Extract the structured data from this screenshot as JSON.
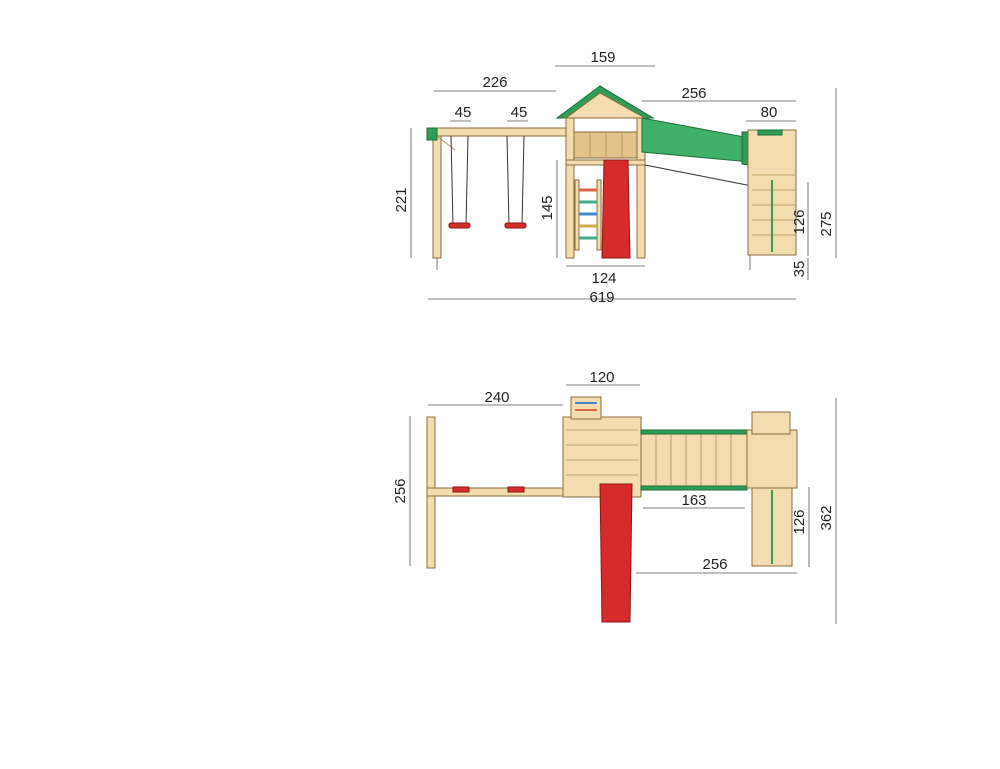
{
  "side_view": {
    "dimensions": {
      "swing_beam": "226",
      "seat_left": "45",
      "seat_right": "45",
      "tower_roof": "159",
      "bridge_span": "256",
      "platform_top": "80",
      "swing_height": "221",
      "tower_deck": "145",
      "tower_base": "124",
      "overall_length": "619",
      "platform_height": "126",
      "ground_gap": "35",
      "overall_height": "275"
    }
  },
  "top_view": {
    "dimensions": {
      "swing_length": "240",
      "tower_width": "120",
      "swing_width": "256",
      "bridge_length": "163",
      "platform_depth": "126",
      "offset_length": "256",
      "overall_depth": "362"
    }
  },
  "colors": {
    "wood": "#f2dcb0",
    "green": "#2f9d57",
    "red": "#d62b2b"
  }
}
